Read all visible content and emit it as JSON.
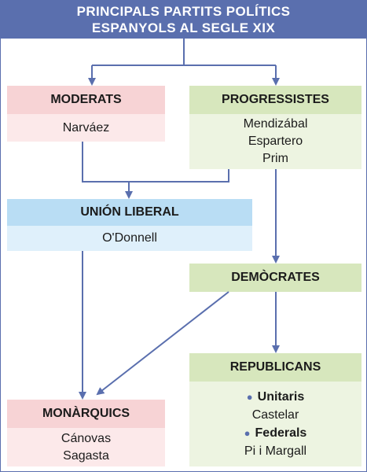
{
  "title": {
    "line1": "PRINCIPALS PARTITS POLÍTICS",
    "line2": "ESPANYOLS AL SEGLE XIX"
  },
  "colors": {
    "header": "#5a6fae",
    "arrow": "#5a6fae",
    "pink_head": "#f7d3d5",
    "pink_body": "#fce9ea",
    "green_head": "#d7e7bd",
    "green_body": "#edf4e1",
    "blue_head": "#b9ddf4",
    "blue_body": "#dff0fb"
  },
  "boxes": {
    "moderats": {
      "title": "MODERATS",
      "members": [
        "Narváez"
      ]
    },
    "progressistes": {
      "title": "PROGRESSISTES",
      "members": [
        "Mendizábal",
        "Espartero",
        "Prim"
      ]
    },
    "union_liberal": {
      "title": "UNIÓN LIBERAL",
      "members": [
        "O'Donnell"
      ]
    },
    "democrates": {
      "title": "DEMÒCRATES"
    },
    "republicans": {
      "title": "REPUBLICANS",
      "groups": [
        {
          "name": "Unitaris",
          "leader": "Castelar"
        },
        {
          "name": "Federals",
          "leader": "Pi i Margall"
        }
      ]
    },
    "monarquics": {
      "title": "MONÀRQUICS",
      "members": [
        "Cánovas",
        "Sagasta"
      ]
    }
  },
  "bullet_icon": "bullet-dot-icon"
}
